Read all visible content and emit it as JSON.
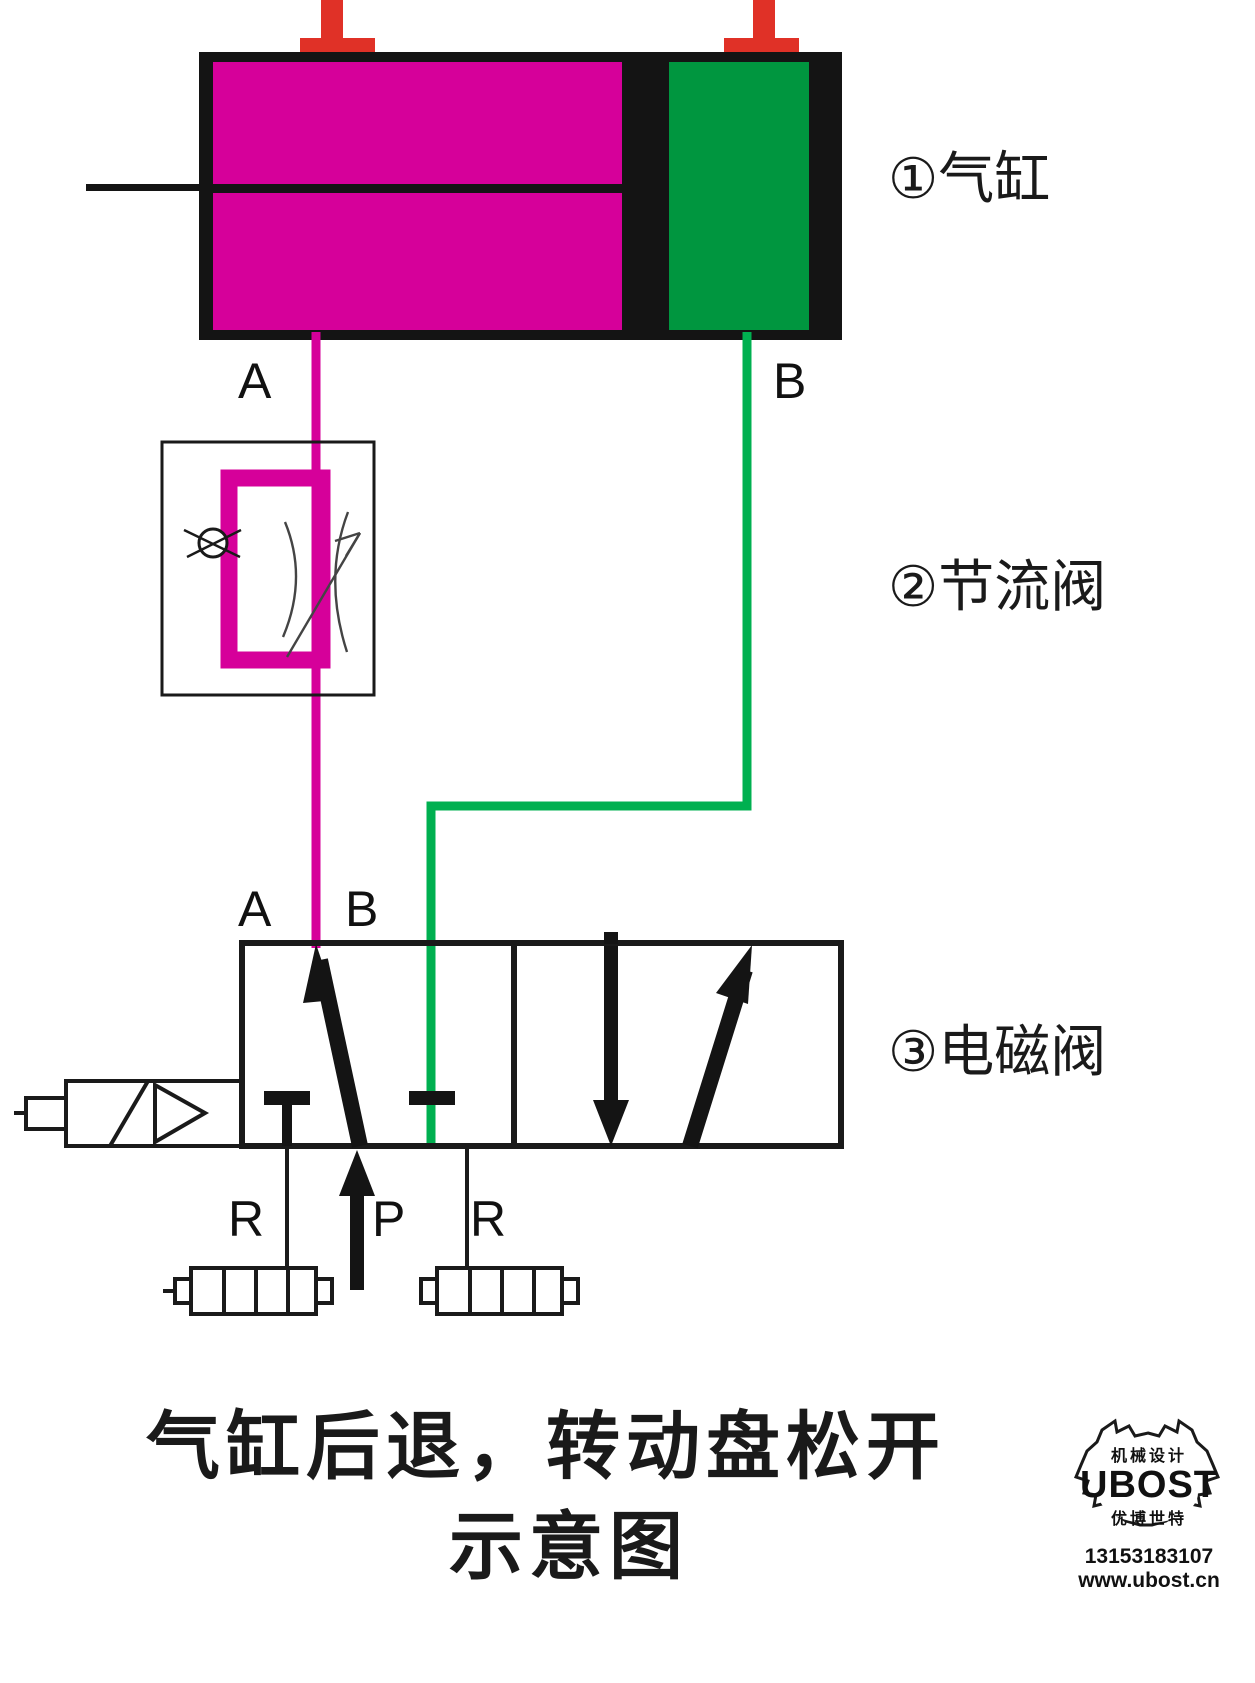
{
  "diagram": {
    "title_line1": "气缸后退，转动盘松开",
    "title_line2": "示意图",
    "legend": [
      {
        "marker": "①",
        "label": "气缸"
      },
      {
        "marker": "②",
        "label": "节流阀"
      },
      {
        "marker": "③",
        "label": "电磁阀"
      }
    ],
    "legend_full": {
      "item1": "①气缸",
      "item2": "②节流阀",
      "item3": "③电磁阀"
    },
    "ports": {
      "cylinder_a": "A",
      "cylinder_b": "B",
      "valve_a": "A",
      "valve_b": "B",
      "valve_r_left": "R",
      "valve_p": "P",
      "valve_r_right": "R"
    },
    "colors": {
      "chamber_pressurized": "#d6009a",
      "chamber_exhaust": "#00963f",
      "sensor": "#e03127",
      "body": "#000000",
      "line_a": "#d6009a",
      "line_b": "#00b050",
      "outline": "#1a1a1a",
      "background": "#ffffff"
    },
    "components": {
      "cylinder": {
        "name": "气缸",
        "type": "double-acting-cylinder",
        "sensors": 2,
        "state": "retracted"
      },
      "throttle_valve": {
        "name": "节流阀",
        "type": "one-way-flow-control-valve"
      },
      "solenoid_valve": {
        "name": "电磁阀",
        "type": "5/2-way-solenoid-valve",
        "positions": 2,
        "ports": 5,
        "mufflers": 2
      }
    }
  },
  "watermark": {
    "brand": "UBOST",
    "gear_top_text": "机械设计",
    "gear_bottom_text": "优博世特",
    "phone": "13153183107",
    "url": "www.ubost.cn"
  }
}
